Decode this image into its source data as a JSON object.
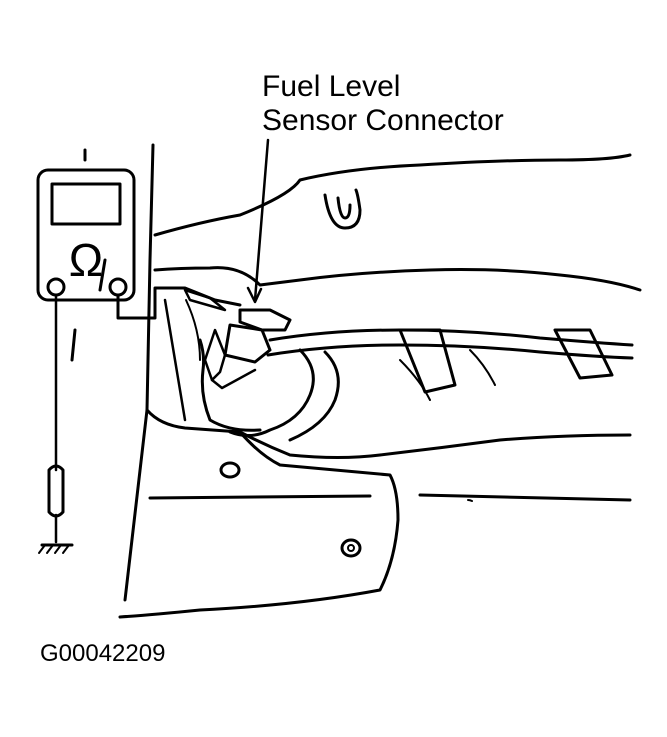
{
  "callout": {
    "line1": "Fuel Level",
    "line2": "Sensor Connector"
  },
  "figure_id": "G00042209",
  "meter": {
    "symbol": "Ω"
  },
  "icons": {
    "meter": "ohmmeter-icon",
    "ground": "ground-symbol-icon",
    "resistor": "resistor-icon"
  },
  "colors": {
    "ink": "#000000",
    "paper": "#ffffff"
  }
}
